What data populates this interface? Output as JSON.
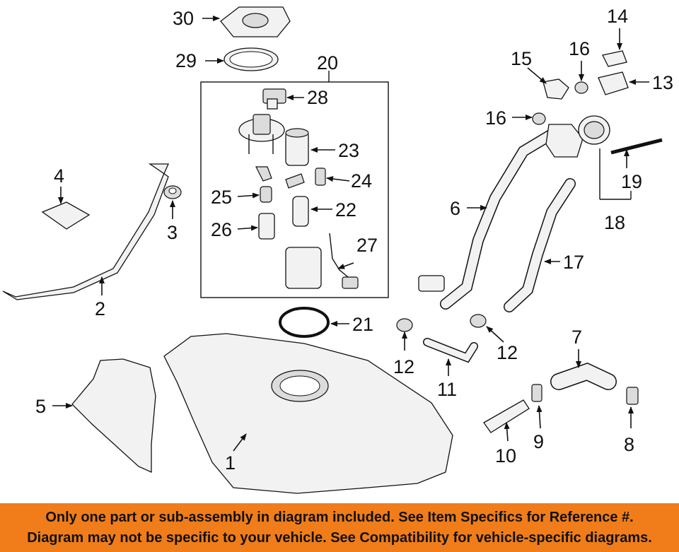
{
  "callouts": {
    "c1": "1",
    "c2": "2",
    "c3": "3",
    "c4": "4",
    "c5": "5",
    "c6": "6",
    "c7": "7",
    "c8": "8",
    "c9": "9",
    "c10": "10",
    "c11": "11",
    "c12a": "12",
    "c12b": "12",
    "c13": "13",
    "c14": "14",
    "c15": "15",
    "c16a": "16",
    "c16b": "16",
    "c17": "17",
    "c18": "18",
    "c19": "19",
    "c20": "20",
    "c21": "21",
    "c22": "22",
    "c23": "23",
    "c24": "24",
    "c25": "25",
    "c26": "26",
    "c27": "27",
    "c28": "28",
    "c29": "29",
    "c30": "30"
  },
  "banner": {
    "line1": "Only one part or sub-assembly in diagram included. See Item Specifics for Reference #.",
    "line2": "Diagram may not be specific to your vehicle. See Compatibility for vehicle-specific diagrams."
  },
  "colors": {
    "banner_bg": "#f07d1a",
    "banner_text": "#111111"
  }
}
